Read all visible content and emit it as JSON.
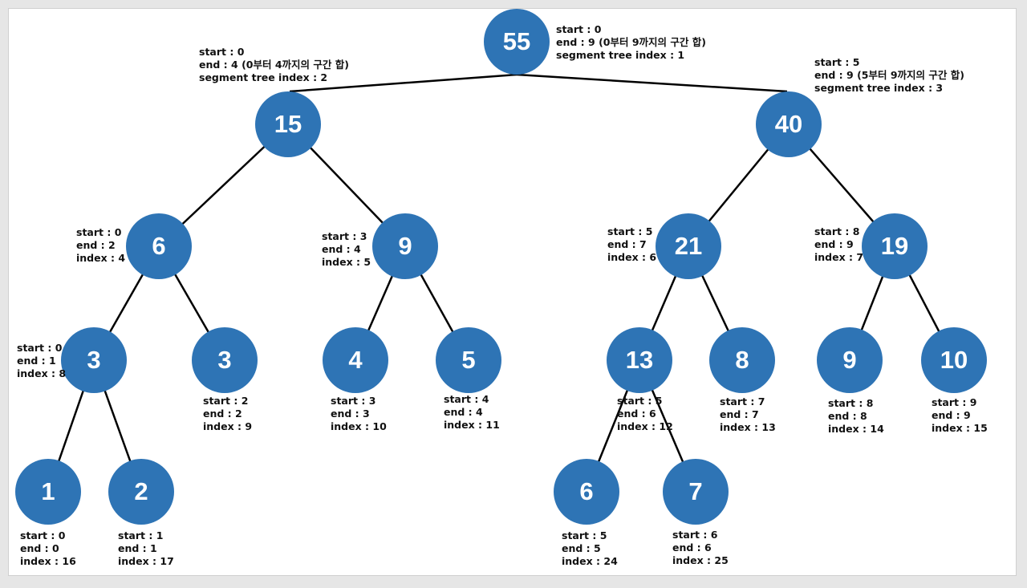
{
  "colors": {
    "node_fill": "#2e74b5",
    "node_text": "#ffffff",
    "edge": "#000000",
    "label_text": "#111111"
  },
  "nodes": [
    {
      "id": "n1",
      "value": "55",
      "start": "start : 0",
      "end": "end : 9 (0부터 9까지의 구간 합)",
      "index": "segment tree index : 1"
    },
    {
      "id": "n2",
      "value": "15",
      "start": "start : 0",
      "end": "end : 4 (0부터 4까지의 구간 합)",
      "index": "segment tree index : 2"
    },
    {
      "id": "n3",
      "value": "40",
      "start": "start : 5",
      "end": "end : 9 (5부터 9까지의 구간 합)",
      "index": "segment tree index : 3"
    },
    {
      "id": "n4",
      "value": "6",
      "start": "start : 0",
      "end": "end : 2",
      "index": "index : 4"
    },
    {
      "id": "n5",
      "value": "9",
      "start": "start : 3",
      "end": "end : 4",
      "index": "index : 5"
    },
    {
      "id": "n6",
      "value": "21",
      "start": "start : 5",
      "end": "end : 7",
      "index": "index : 6"
    },
    {
      "id": "n7",
      "value": "19",
      "start": "start : 8",
      "end": "end : 9",
      "index": "index : 7"
    },
    {
      "id": "n8",
      "value": "3",
      "start": "start : 0",
      "end": "end : 1",
      "index": "index : 8"
    },
    {
      "id": "n9",
      "value": "3",
      "start": "start : 2",
      "end": "end : 2",
      "index": "index : 9"
    },
    {
      "id": "n10",
      "value": "4",
      "start": "start : 3",
      "end": "end : 3",
      "index": "index : 10"
    },
    {
      "id": "n11",
      "value": "5",
      "start": "start : 4",
      "end": "end : 4",
      "index": "index : 11"
    },
    {
      "id": "n12",
      "value": "13",
      "start": "start : 5",
      "end": "end : 6",
      "index": "index : 12"
    },
    {
      "id": "n13",
      "value": "8",
      "start": "start : 7",
      "end": "end : 7",
      "index": "index : 13"
    },
    {
      "id": "n14",
      "value": "9",
      "start": "start : 8",
      "end": "end : 8",
      "index": "index : 14"
    },
    {
      "id": "n15",
      "value": "10",
      "start": "start : 9",
      "end": "end : 9",
      "index": "index : 15"
    },
    {
      "id": "n16",
      "value": "1",
      "start": "start : 0",
      "end": "end : 0",
      "index": "index : 16"
    },
    {
      "id": "n17",
      "value": "2",
      "start": "start : 1",
      "end": "end : 1",
      "index": "index : 17"
    },
    {
      "id": "n24",
      "value": "6",
      "start": "start : 5",
      "end": "end : 5",
      "index": "index : 24"
    },
    {
      "id": "n25",
      "value": "7",
      "start": "start : 6",
      "end": "end : 6",
      "index": "index : 25"
    }
  ],
  "edges": [
    [
      "n1",
      "n2"
    ],
    [
      "n1",
      "n3"
    ],
    [
      "n2",
      "n4"
    ],
    [
      "n2",
      "n5"
    ],
    [
      "n3",
      "n6"
    ],
    [
      "n3",
      "n7"
    ],
    [
      "n4",
      "n8"
    ],
    [
      "n4",
      "n9"
    ],
    [
      "n5",
      "n10"
    ],
    [
      "n5",
      "n11"
    ],
    [
      "n6",
      "n12"
    ],
    [
      "n6",
      "n13"
    ],
    [
      "n7",
      "n14"
    ],
    [
      "n7",
      "n15"
    ],
    [
      "n8",
      "n16"
    ],
    [
      "n8",
      "n17"
    ],
    [
      "n12",
      "n24"
    ],
    [
      "n12",
      "n25"
    ]
  ]
}
